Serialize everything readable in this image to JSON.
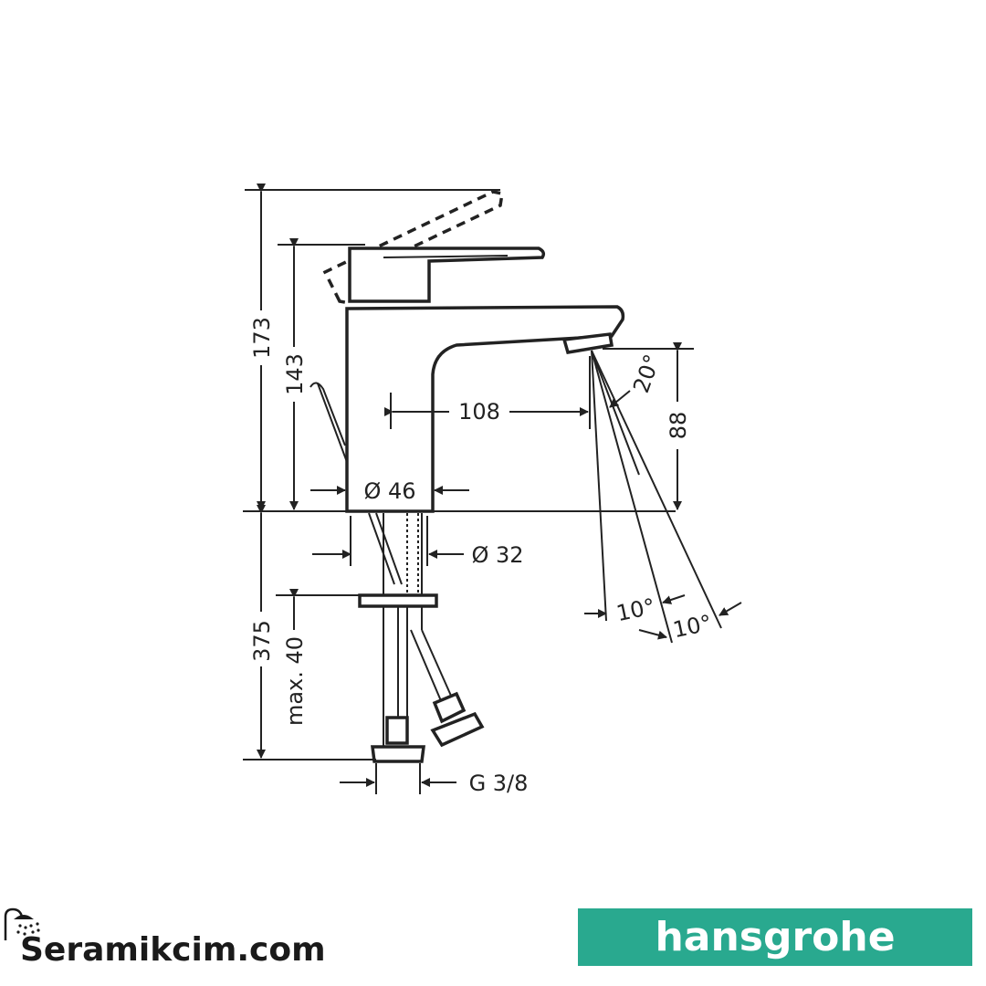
{
  "dimensions": {
    "total_height": "173",
    "body_height": "143",
    "spout_reach": "108",
    "spout_height": "88",
    "body_diameter": "Ø 46",
    "shank_diameter": "Ø 32",
    "below_deck": "375",
    "max_deck": "max. 40",
    "connection": "G 3/8",
    "spray_angle": "20°",
    "angle_left": "10°",
    "angle_right": "10°"
  },
  "branding": {
    "shop": "Seramikcim.com",
    "manufacturer": "hansgrohe",
    "manufacturer_color": "#29a98f"
  }
}
